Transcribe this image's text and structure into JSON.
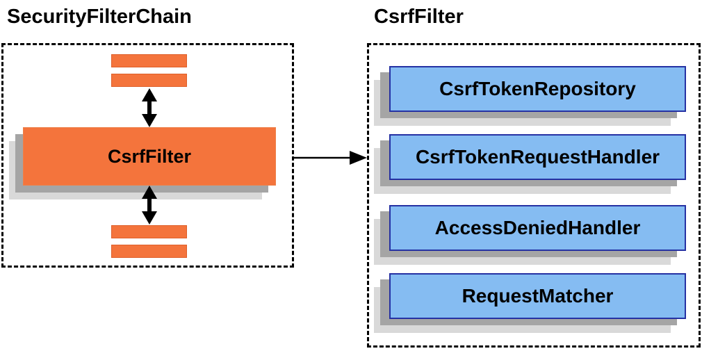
{
  "left_panel": {
    "title": "SecurityFilterChain",
    "filter_box_label": "CsrfFilter"
  },
  "right_panel": {
    "title": "CsrfFilter",
    "components": [
      {
        "label": "CsrfTokenRepository"
      },
      {
        "label": "CsrfTokenRequestHandler"
      },
      {
        "label": "AccessDeniedHandler"
      },
      {
        "label": "RequestMatcher"
      }
    ]
  },
  "colors": {
    "orange_fill": "#F4743C",
    "orange_border": "#DE5F2A",
    "blue_fill": "#85BCF2",
    "blue_border": "#2531A3",
    "shadow_dark": "#A5A5A5",
    "shadow_light": "#D9D9D9",
    "dashed_border": "#000000",
    "arrow": "#000000",
    "text": "#000000",
    "background": "#FFFFFF"
  }
}
